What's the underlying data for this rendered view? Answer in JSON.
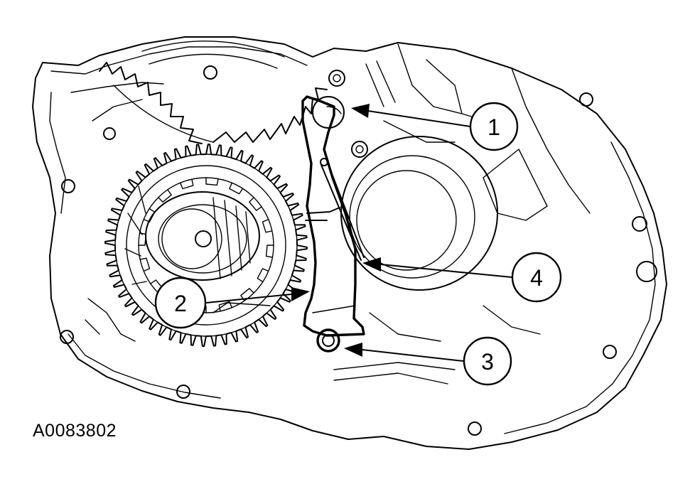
{
  "figure_id": "A0083802",
  "callouts": [
    {
      "label": "1"
    },
    {
      "label": "2"
    },
    {
      "label": "3"
    },
    {
      "label": "4"
    }
  ],
  "colors": {
    "line": "#000000",
    "background": "#ffffff"
  }
}
